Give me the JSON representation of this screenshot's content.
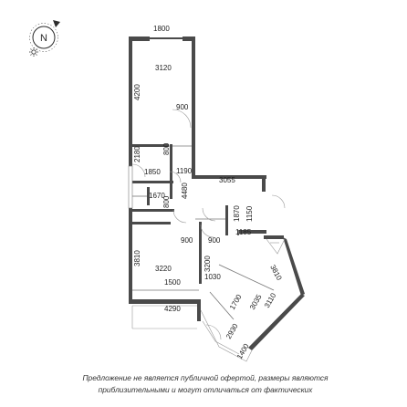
{
  "compass": {
    "letter": "N",
    "accent": "#2b2b2b"
  },
  "dimensions": [
    "1800",
    "3120",
    "4200",
    "900",
    "2180",
    "800",
    "1850",
    "1190",
    "4480",
    "3055",
    "1670",
    "800",
    "1870",
    "1150",
    "1185",
    "900",
    "900",
    "3810",
    "3200",
    "3220",
    "1030",
    "3810",
    "1500",
    "1700",
    "3035",
    "3110",
    "4290",
    "2930",
    "1400"
  ],
  "disclaimer": {
    "line1": "Предложение не является публичной офертой, размеры являются",
    "line2": "приблизительными и могут отличаться от фактических"
  },
  "colors": {
    "wall": "#4a4a4a",
    "line": "#777777",
    "text": "#222222"
  }
}
